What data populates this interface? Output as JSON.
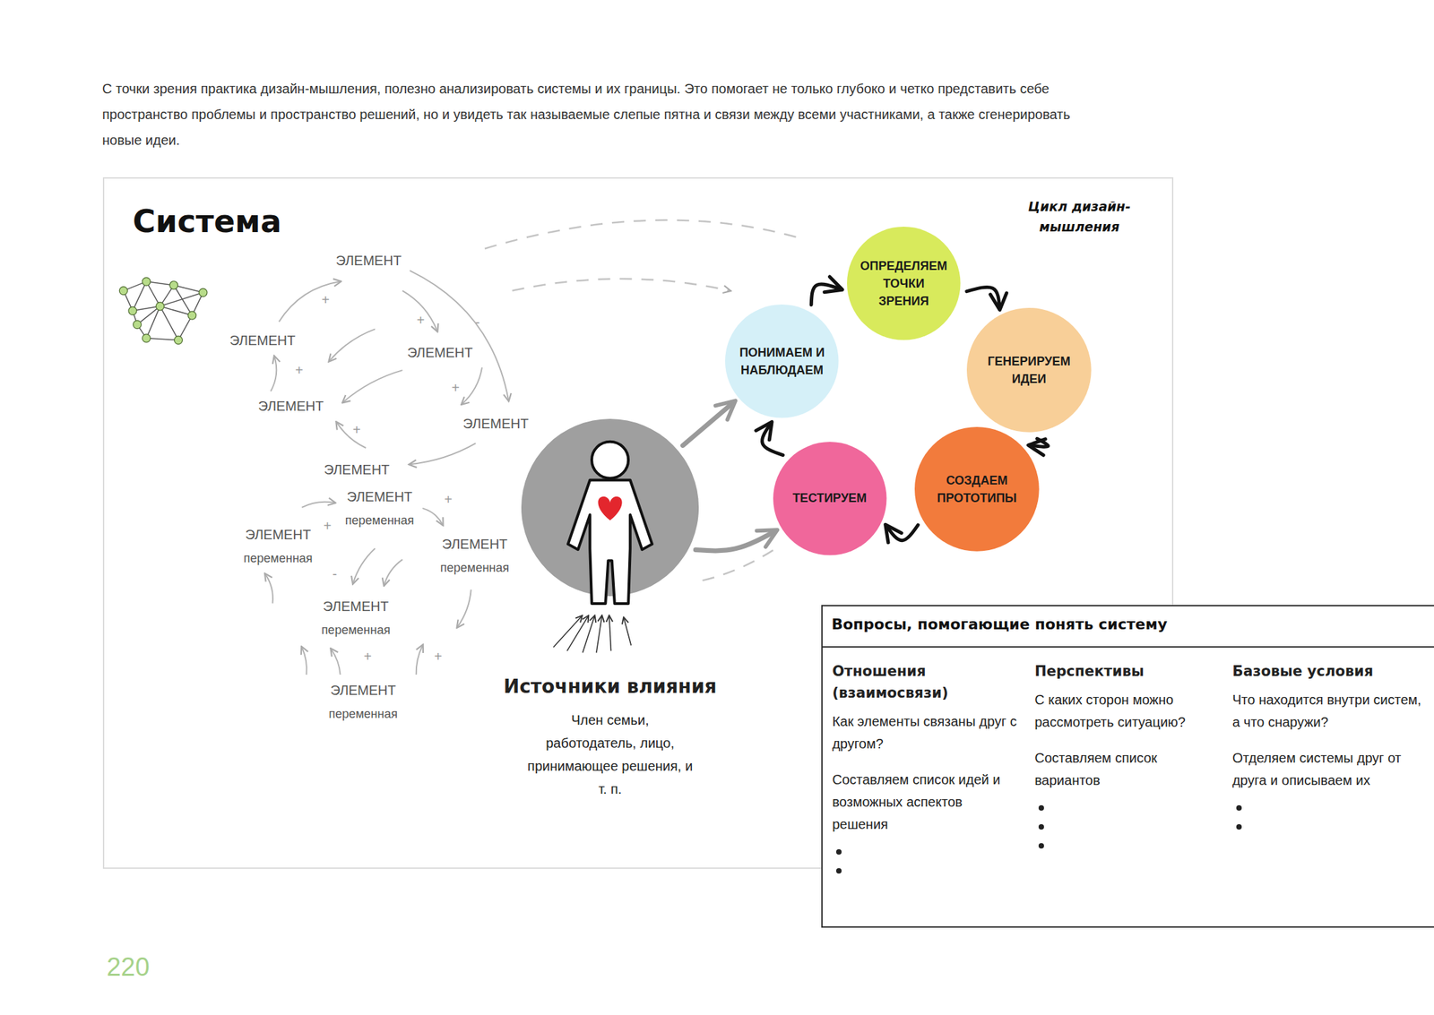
{
  "diagram": {
    "title": "Система",
    "nodes": [
      {
        "text": [
          "ПОНИМАЕМ И НАБЛЮДАЕМ"
        ]
      },
      {
        "text": [
          "ОПРЕДЕЛЯЕМ ТОЧКИ ЗРЕНИЯ"
        ]
      },
      {
        "text": [
          "ГЕНЕРИРУЕМ ИДЕИ"
        ]
      },
      {
        "text": [
          "СОЗДАЕМ ПРОТОТИПЫ"
        ]
      },
      {
        "text": [
          "ТЕСТИРУЕМ"
        ]
      },
      {
        "text": [
          "Источники влияния",
          "Член семьи, работодатель, лицо, принимающее решения, и т. п."
        ]
      },
      {
        "text": [
          "Вопросы, помогающие понять систему",
          "Отношения (взаимосвязи)",
          "Как элементы связаны друг с другом?",
          "Составляем список идей и возможных аспектов решения",
          "Перспективы",
          "С каких сторон можно рассмотреть ситуацию?",
          "Составляем список вариантов",
          "Базовые условия",
          "Что находится внутри систем, а что снаружи?",
          "Отделяем системы друг от друга и описываем их"
        ]
      }
    ],
    "edges": [
      {
        "from": 0,
        "to": 1,
        "arrow": "to"
      },
      {
        "from": 1,
        "to": 2,
        "arrow": "to"
      },
      {
        "from": 2,
        "to": 3,
        "arrow": "to"
      },
      {
        "from": 3,
        "to": 4,
        "arrow": "to"
      },
      {
        "from": 4,
        "to": 0,
        "arrow": "to"
      },
      {
        "from": 5,
        "to": 0,
        "arrow": "to"
      },
      {
        "from": 5,
        "to": 4,
        "arrow": "to"
      }
    ],
    "labels": [
      "С точки зрения практика дизайн-мышления, полезно анализировать системы и их границы. Это помогает не только глубоко и четко представить себе пространство проблемы и пространство решений, но и увидеть так называемые слепые пятна и связи между всеми участниками, а также сгенерировать новые идеи.",
      "Цикл дизайн-мышления",
      "ЭЛЕМЕНТ",
      "ЭЛЕМЕНТ",
      "ЭЛЕМЕНТ",
      "ЭЛЕМЕНТ",
      "ЭЛЕМЕНТ",
      "ЭЛЕМЕНТ",
      "ЭЛЕМЕНТ",
      "переменная",
      "ЭЛЕМЕНТ",
      "переменная",
      "ЭЛЕМЕНТ",
      "переменная",
      "ЭЛЕМЕНТ",
      "переменная",
      "ЭЛЕМЕНТ",
      "переменная",
      "+",
      "+",
      "+",
      "+",
      "+",
      "+",
      "+",
      "+",
      "+",
      "-",
      "-",
      "220"
    ]
  }
}
